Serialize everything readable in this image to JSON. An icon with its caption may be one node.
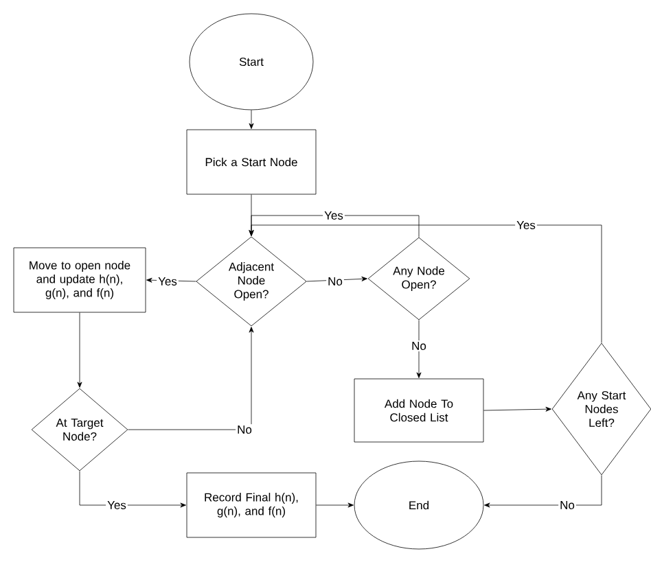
{
  "diagram": {
    "nodes": [
      {
        "text": [
          "Start"
        ]
      },
      {
        "text": [
          "Pick a Start Node"
        ]
      },
      {
        "text": [
          "Adjacent Node Open?"
        ]
      },
      {
        "text": [
          "Any Node Open?"
        ]
      },
      {
        "text": [
          "Move to open node and update h(n), g(n), and f(n)"
        ]
      },
      {
        "text": [
          "At Target Node?"
        ]
      },
      {
        "text": [
          "Add Node To Closed List"
        ]
      },
      {
        "text": [
          "Any Start Nodes Left?"
        ]
      },
      {
        "text": [
          "Record Final h(n), g(n), and f(n)"
        ]
      },
      {
        "text": [
          "End"
        ]
      }
    ],
    "edges": [
      {
        "from": 0,
        "to": 1,
        "arrow": "to"
      },
      {
        "from": 1,
        "to": 2,
        "arrow": "to"
      },
      {
        "from": 2,
        "to": 4,
        "arrow": "to",
        "label": "Yes"
      },
      {
        "from": 2,
        "to": 3,
        "arrow": "to",
        "label": "No"
      },
      {
        "from": 3,
        "to": 2,
        "arrow": "to",
        "label": "Yes"
      },
      {
        "from": 7,
        "to": 2,
        "arrow": "to",
        "label": "Yes"
      },
      {
        "from": 3,
        "to": 6,
        "arrow": "to",
        "label": "No"
      },
      {
        "from": 4,
        "to": 5,
        "arrow": "to"
      },
      {
        "from": 5,
        "to": 2,
        "arrow": "to",
        "label": "No"
      },
      {
        "from": 5,
        "to": 8,
        "arrow": "to",
        "label": "Yes"
      },
      {
        "from": 8,
        "to": 9,
        "arrow": "to"
      },
      {
        "from": 6,
        "to": 7,
        "arrow": "to"
      },
      {
        "from": 7,
        "to": 9,
        "arrow": "to",
        "label": "No"
      }
    ]
  }
}
